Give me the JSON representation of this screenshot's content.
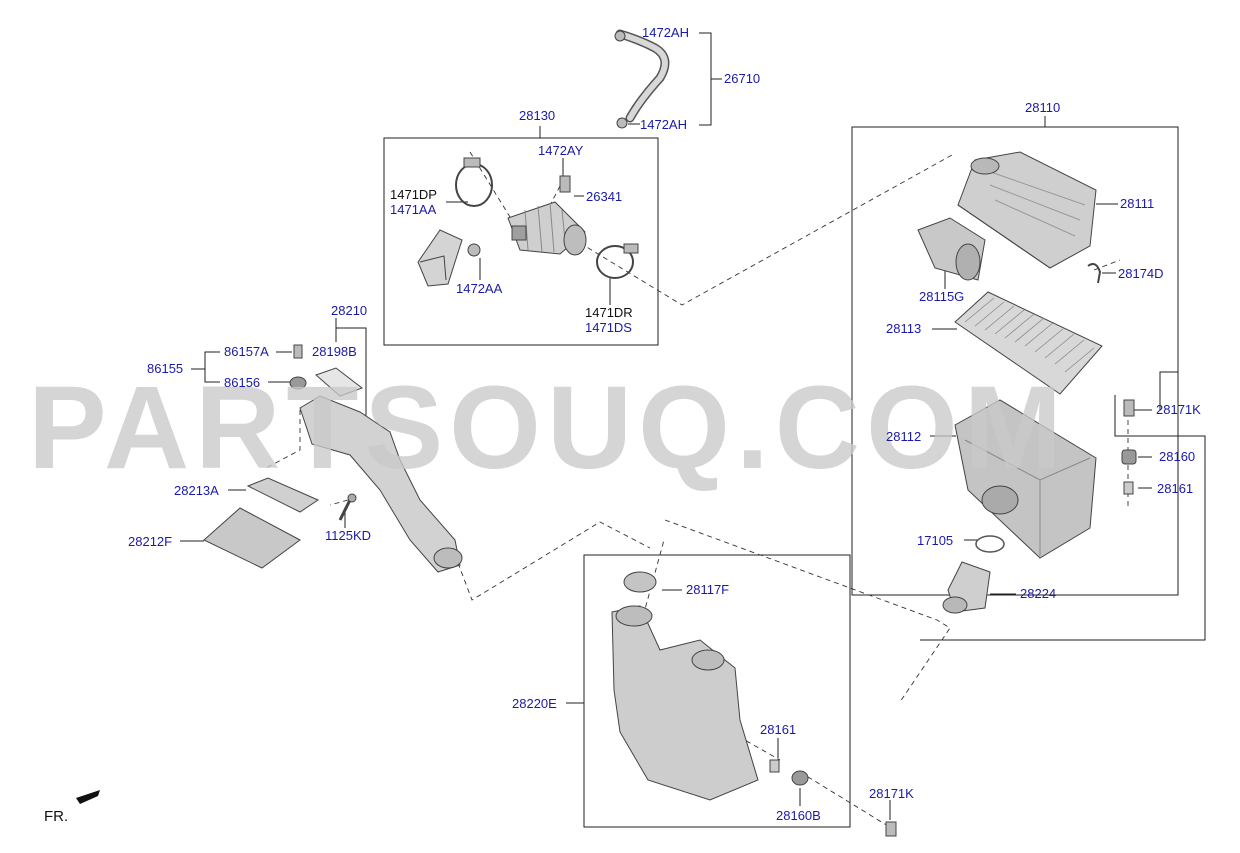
{
  "watermark": "PARTSOUQ.COM",
  "direction_label": "FR.",
  "colors": {
    "label": "#1a1aa8",
    "label_black": "#111111",
    "part_fill": "#cfcfcf",
    "watermark": "#c9c9c9"
  },
  "labels": {
    "p1472AH_top": "1472AH",
    "p26710": "26710",
    "p1472AH_bottom": "1472AH",
    "p28130": "28130",
    "p1472AY": "1472AY",
    "p26341": "26341",
    "p1471DP": "1471DP",
    "p1471AA": "1471AA",
    "p1472AA": "1472AA",
    "p1471DR": "1471DR",
    "p1471DS": "1471DS",
    "p28110": "28110",
    "p28111": "28111",
    "p28115G": "28115G",
    "p28174D": "28174D",
    "p28113": "28113",
    "p28171K_right": "28171K",
    "p28112": "28112",
    "p28160": "28160",
    "p28161_right": "28161",
    "p17105": "17105",
    "p28224": "28224",
    "p28210": "28210",
    "p86157A": "86157A",
    "p28198B": "28198B",
    "p86155": "86155",
    "p86156": "86156",
    "p28213A": "28213A",
    "p1125KD": "1125KD",
    "p28212F": "28212F",
    "p28117F": "28117F",
    "p28220E": "28220E",
    "p28161_bottom": "28161",
    "p28160B": "28160B",
    "p28171K_bottom": "28171K"
  }
}
